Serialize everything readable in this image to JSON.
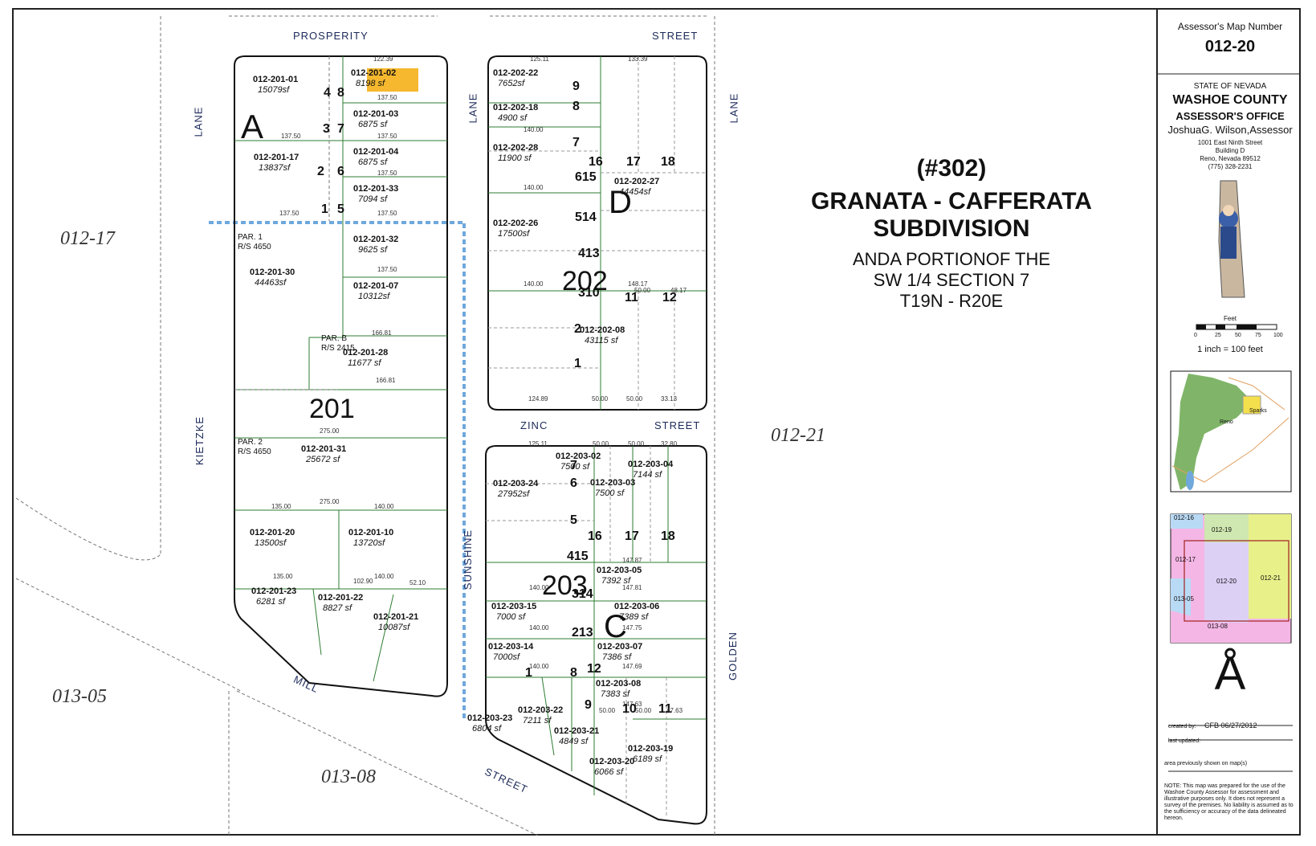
{
  "map_number": {
    "label": "Assessor's Map Number",
    "value": "012-20"
  },
  "office": {
    "state": "STATE OF NEVADA",
    "county": "WASHOE COUNTY",
    "office": "ASSESSOR'S OFFICE",
    "assessor": "JoshuaG. Wilson,Assessor",
    "address1": "1001 East Ninth Street",
    "address2": "Building D",
    "address3": "Reno, Nevada 89512",
    "phone": "(775) 328-2231"
  },
  "title": {
    "number": "(#302)",
    "line1": "GRANATA - CAFFERATA",
    "line2": "SUBDIVISION",
    "desc1": "ANDA PORTIONOF THE",
    "desc2": "SW 1/4 SECTION 7",
    "desc3": "T19N - R20E"
  },
  "scale": {
    "unit": "Feet",
    "ticks": [
      "0",
      "25",
      "50",
      "75",
      "100"
    ],
    "text": "1 inch = 100 feet"
  },
  "inset_map": {
    "labels": [
      "Sparks",
      "Reno"
    ]
  },
  "index_map": {
    "labels": [
      "012-16",
      "012-19",
      "012-17",
      "012-20",
      "012-21",
      "013-05",
      "013-08"
    ]
  },
  "north_arrow": "Å",
  "meta": {
    "created_label": "created by:",
    "created_value": "CFB 06/27/2012",
    "updated_label": "last updated:",
    "area_label": "area previously shown on map(s)",
    "note": "NOTE: This map was prepared for the use of the Washoe County Assessor for assessment and illustrative purposes only. It does not represent a survey of the premises. No liability is assumed as to the sufficiency or accuracy of the data delineated hereon."
  },
  "streets": {
    "prosperity": "PROSPERITY",
    "street_top": "STREET",
    "lane_left": "LANE",
    "lane_mid": "LANE",
    "lane_right": "LANE",
    "kietzke": "KIETZKE",
    "sunshine": "SUNSHINE",
    "zinc": "ZINC",
    "street_zinc": "STREET",
    "golden": "GOLDEN",
    "mill": "MILL",
    "street_bottom": "STREET"
  },
  "adjacent_maps": {
    "w": "012-17",
    "e": "012-21",
    "sw": "013-05",
    "s": "013-08"
  },
  "blocks": {
    "a": "A",
    "d": "D",
    "c": "C",
    "b201": "201",
    "b202": "202",
    "b203": "203"
  },
  "parcels": [
    {
      "apn": "012-201-01",
      "area": "15079sf"
    },
    {
      "apn": "012-201-02",
      "area": "8198 sf"
    },
    {
      "apn": "012-201-03",
      "area": "6875 sf"
    },
    {
      "apn": "012-201-17",
      "area": "13837sf"
    },
    {
      "apn": "012-201-04",
      "area": "6875 sf"
    },
    {
      "apn": "012-201-33",
      "area": "7094 sf"
    },
    {
      "apn": "012-201-32",
      "area": "9625 sf"
    },
    {
      "apn": "012-201-30",
      "area": "44463sf"
    },
    {
      "apn": "012-201-07",
      "area": "10312sf"
    },
    {
      "apn": "012-201-28",
      "area": "11677 sf"
    },
    {
      "apn": "012-201-31",
      "area": "25672 sf"
    },
    {
      "apn": "012-201-20",
      "area": "13500sf"
    },
    {
      "apn": "012-201-10",
      "area": "13720sf"
    },
    {
      "apn": "012-201-23",
      "area": "6281 sf"
    },
    {
      "apn": "012-201-22",
      "area": "8827 sf"
    },
    {
      "apn": "012-201-21",
      "area": "10087sf"
    },
    {
      "apn": "012-202-22",
      "area": "7652sf"
    },
    {
      "apn": "012-202-18",
      "area": "4900 sf"
    },
    {
      "apn": "012-202-28",
      "area": "11900 sf"
    },
    {
      "apn": "012-202-27",
      "area": "44454sf"
    },
    {
      "apn": "012-202-26",
      "area": "17500sf"
    },
    {
      "apn": "012-202-08",
      "area": "43115 sf"
    },
    {
      "apn": "012-203-02",
      "area": "7500 sf"
    },
    {
      "apn": "012-203-04",
      "area": "7144 sf"
    },
    {
      "apn": "012-203-24",
      "area": "27952sf"
    },
    {
      "apn": "012-203-03",
      "area": "7500 sf"
    },
    {
      "apn": "012-203-05",
      "area": "7392 sf"
    },
    {
      "apn": "012-203-15",
      "area": "7000 sf"
    },
    {
      "apn": "012-203-06",
      "area": "7389 sf"
    },
    {
      "apn": "012-203-14",
      "area": "7000sf"
    },
    {
      "apn": "012-203-07",
      "area": "7386 sf"
    },
    {
      "apn": "012-203-08",
      "area": "7383 sf"
    },
    {
      "apn": "012-203-23",
      "area": "6804 sf"
    },
    {
      "apn": "012-203-22",
      "area": "7211 sf"
    },
    {
      "apn": "012-203-21",
      "area": "4849 sf"
    },
    {
      "apn": "012-203-19",
      "area": "6189 sf"
    },
    {
      "apn": "012-203-20",
      "area": "6066 sf"
    }
  ],
  "parcel_maps": [
    {
      "label": "PAR. 1",
      "rs": "R/S 4650"
    },
    {
      "label": "PAR. B",
      "rs": "R/S 2415"
    },
    {
      "label": "PAR. 2",
      "rs": "R/S 4650"
    }
  ],
  "lot_numbers": [
    "4",
    "8",
    "3",
    "7",
    "2",
    "6",
    "1",
    "5",
    "9",
    "8",
    "7",
    "16",
    "17",
    "18",
    "615",
    "514",
    "413",
    "310",
    "11",
    "12",
    "2",
    "1",
    "7",
    "6",
    "5",
    "16",
    "17",
    "18",
    "415",
    "314",
    "213",
    "12",
    "8",
    "1",
    "9",
    "10",
    "11"
  ],
  "dimensions": [
    "122.39",
    "137.50",
    "137.50",
    "137.50",
    "137.50",
    "137.50",
    "137.50",
    "137.50",
    "166.81",
    "166.81",
    "275.00",
    "275.00",
    "135.00",
    "140.00",
    "135.00",
    "102.90",
    "140.00",
    "52.10",
    "125.11",
    "133.39",
    "140.00",
    "140.00",
    "140.00",
    "148.17",
    "50.00",
    "48.17",
    "124.89",
    "50.00",
    "50.00",
    "33.13",
    "125.11",
    "50.00",
    "50.00",
    "32.80",
    "147.87",
    "140.00",
    "147.81",
    "140.00",
    "147.75",
    "140.00",
    "147.69",
    "147.63",
    "50.00",
    "50.00",
    "47.63"
  ]
}
